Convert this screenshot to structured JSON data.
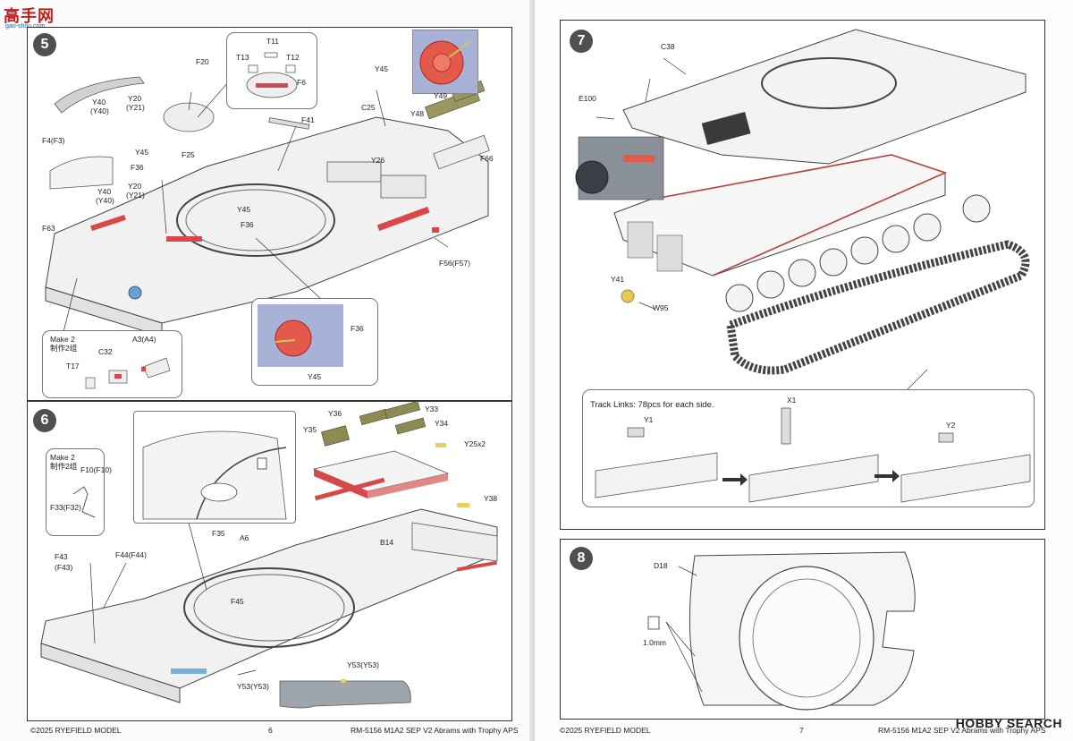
{
  "watermark_top": {
    "logo_text": "高手网",
    "url": "gao-shou.com"
  },
  "watermark_bottom": {
    "text": "HOBBY SEARCH"
  },
  "left_page": {
    "footer_left": "©2025 RYEFIELD MODEL",
    "page_number": "6",
    "footer_right": "RM-5156 M1A2 SEP V2 Abrams with Trophy APS"
  },
  "right_page": {
    "footer_left": "©2025 RYEFIELD MODEL",
    "page_number": "7",
    "footer_right": "RM-5156 M1A2 SEP V2 Abrams with Trophy APS"
  },
  "step5": {
    "number": "5",
    "labels": {
      "f20": "F20",
      "t11": "T11",
      "t13": "T13",
      "t12": "T12",
      "f6": "F6",
      "y40": "Y40",
      "y40b": "(Y40)",
      "y20": "Y20",
      "y21": "(Y21)",
      "y45": "Y45",
      "y49": "Y49",
      "c25": "C25",
      "y48": "Y48",
      "f41": "F41",
      "f4": "F4(F3)",
      "y45b": "Y45",
      "f36": "F36",
      "f25": "F25",
      "y40c": "Y40",
      "y40d": "(Y40)",
      "y20b": "Y20",
      "y21b": "(Y21)",
      "y26": "Y26",
      "f66": "F66",
      "y45c": "Y45",
      "f36b": "F36",
      "f63": "F63",
      "f56": "F56(F57)",
      "f36c": "F36",
      "y45d": "Y45"
    },
    "make2": {
      "title": "Make 2",
      "title_cn": "制作2组",
      "c32": "C32",
      "a3": "A3(A4)",
      "t17": "T17"
    }
  },
  "step6": {
    "number": "6",
    "labels": {
      "y36": "Y36",
      "y33": "Y33",
      "y34": "Y34",
      "y35": "Y35",
      "y25": "Y25x2",
      "y38": "Y38",
      "b14": "B14",
      "f35": "F35",
      "a6": "A6",
      "f43": "F43",
      "f43b": "(F43)",
      "f44": "F44(F44)",
      "f45": "F45",
      "y53a": "Y53(Y53)",
      "y53b": "Y53(Y53)"
    },
    "make2": {
      "title": "Make 2",
      "title_cn": "制作2组",
      "f10": "F10(F10)",
      "f33": "F33(F32)"
    }
  },
  "step7": {
    "number": "7",
    "labels": {
      "c38": "C38",
      "e100": "E100",
      "y41": "Y41",
      "w95": "W95"
    },
    "track": {
      "text": "Track Links: 78pcs for each side.",
      "y1": "Y1",
      "x1": "X1",
      "y2": "Y2"
    }
  },
  "step8": {
    "number": "8",
    "labels": {
      "d18": "D18",
      "thickness": "1.0mm"
    }
  }
}
